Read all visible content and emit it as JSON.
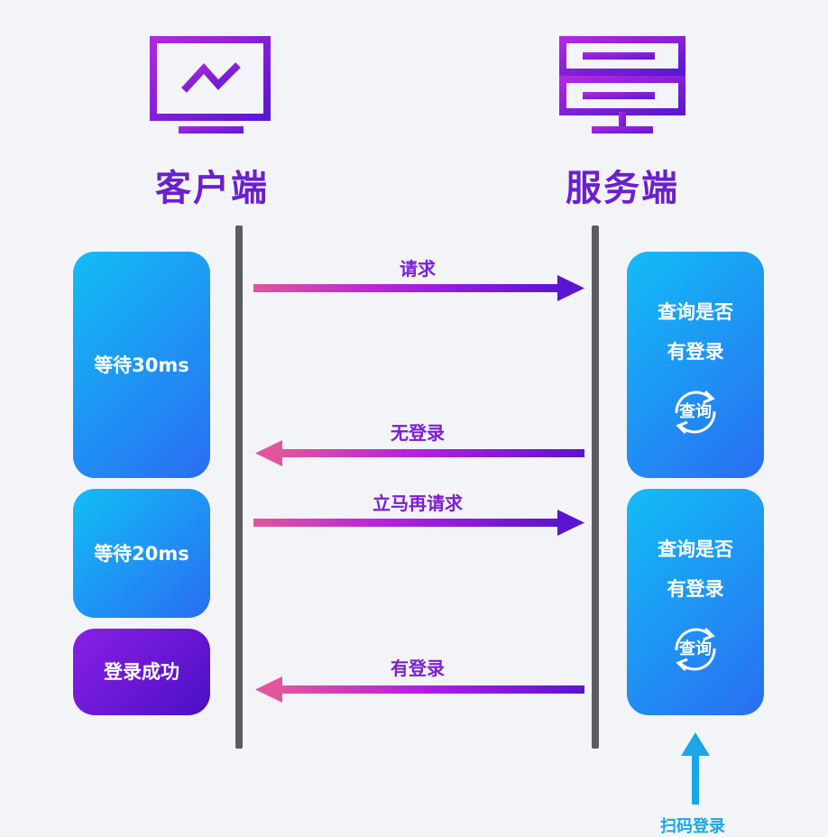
{
  "header": {
    "client_label": "客户端",
    "server_label": "服务端"
  },
  "client": {
    "boxes": [
      {
        "text": "等待30ms"
      },
      {
        "text": "等待20ms"
      },
      {
        "text": "登录成功"
      }
    ]
  },
  "server": {
    "boxes": [
      {
        "line1": "查询是否",
        "line2": "有登录",
        "cycle_label": "查询"
      },
      {
        "line1": "查询是否",
        "line2": "有登录",
        "cycle_label": "查询"
      }
    ]
  },
  "messages": [
    {
      "label": "请求",
      "direction": "to-server"
    },
    {
      "label": "无登录",
      "direction": "to-client"
    },
    {
      "label": "立马再请求",
      "direction": "to-server"
    },
    {
      "label": "有登录",
      "direction": "to-client"
    }
  ],
  "footer": {
    "scan_label": "扫码登录"
  },
  "colors": {
    "accent_purple": "#6a1fd0",
    "arrow_start": "#e2559c",
    "arrow_end": "#5b14cf",
    "box_blue_start": "#12bdf6",
    "box_blue_end": "#2a6df2",
    "scan_arrow": "#1aa7e6",
    "lifeline": "#5b5b62"
  }
}
